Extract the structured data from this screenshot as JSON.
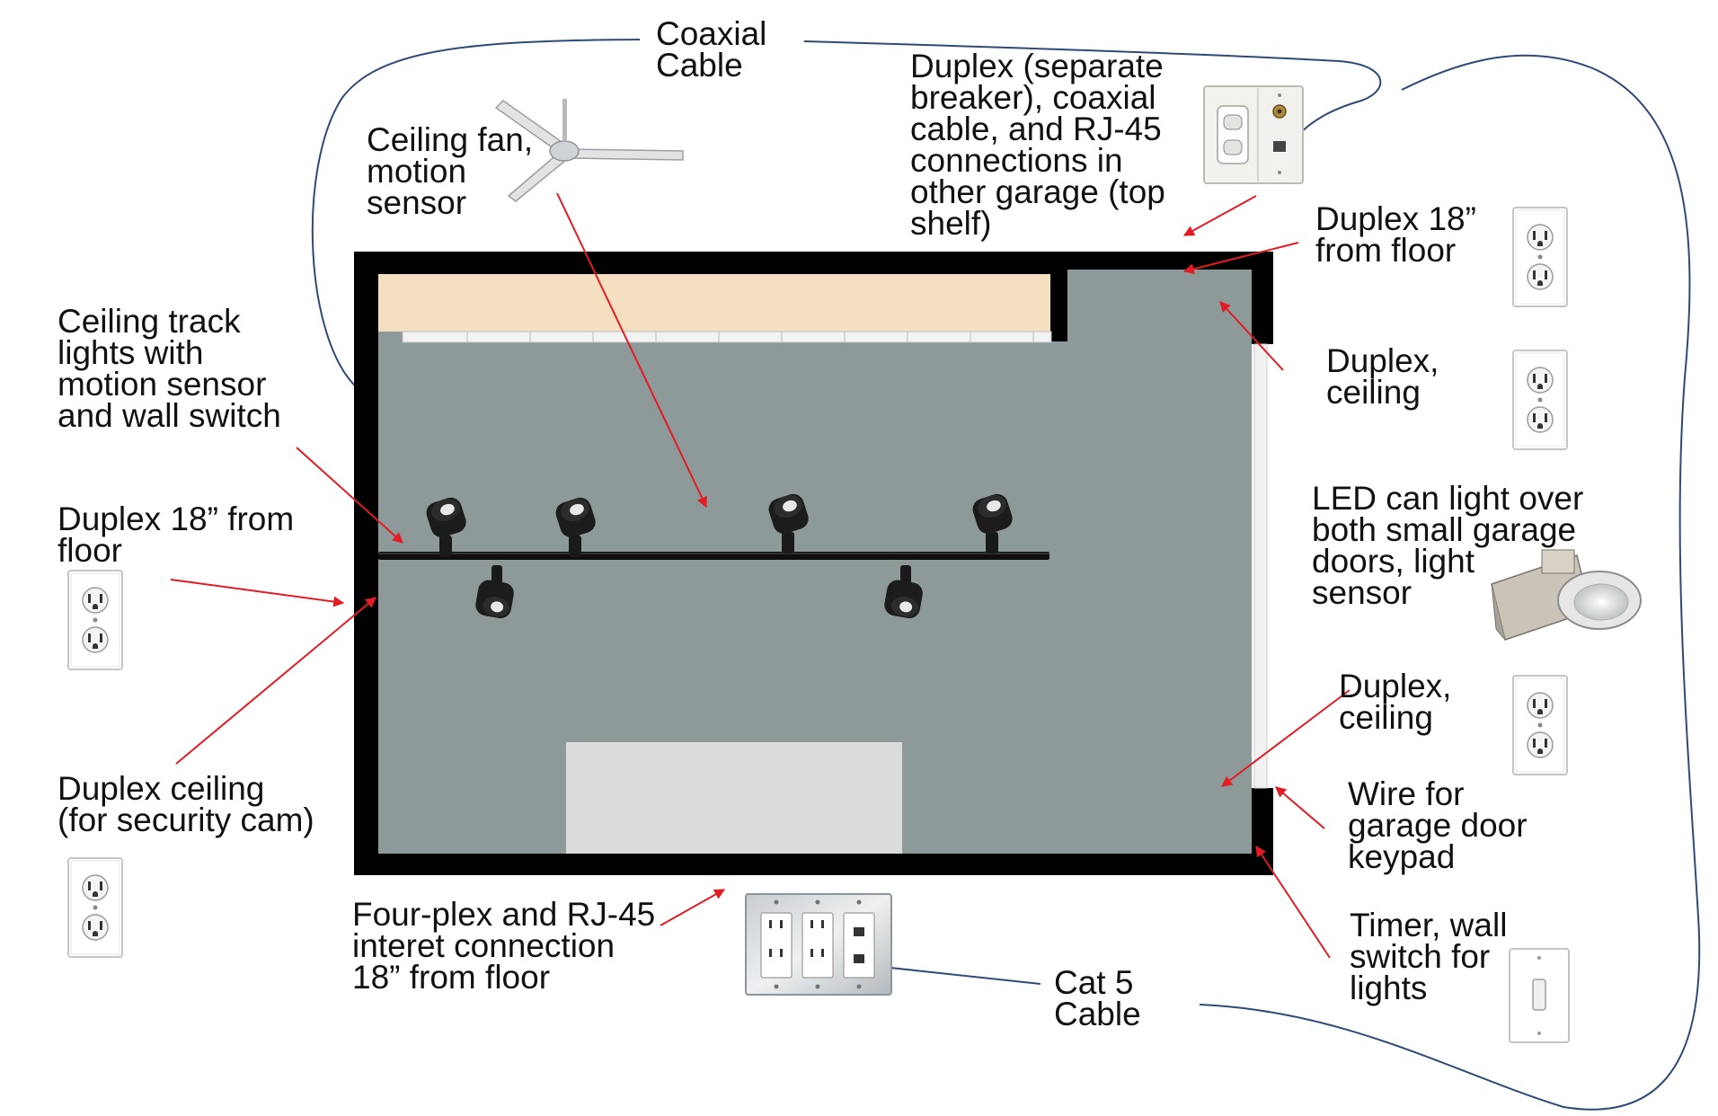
{
  "labels": {
    "coaxial_cable": [
      "Coaxial",
      "Cable"
    ],
    "duplex_separate_breaker": [
      "Duplex (separate",
      "breaker), coaxial",
      "cable, and RJ-45",
      "connections in",
      "other garage (top",
      "shelf)"
    ],
    "ceiling_fan": [
      "Ceiling fan,",
      "motion",
      "sensor"
    ],
    "duplex_18_top_right": [
      "Duplex 18”",
      "from floor"
    ],
    "duplex_ceiling_right_top": [
      "Duplex,",
      "ceiling"
    ],
    "ceiling_track_lights": [
      "Ceiling track",
      "lights with",
      "motion sensor",
      "and wall switch"
    ],
    "duplex_18_left": [
      "Duplex 18” from",
      "floor"
    ],
    "led_can_light": [
      "LED can light over",
      "both small garage",
      "doors, light",
      "sensor"
    ],
    "duplex_ceiling_right_bottom": [
      "Duplex,",
      "ceiling"
    ],
    "duplex_ceiling_security": [
      "Duplex ceiling",
      "(for security cam)"
    ],
    "wire_keypad": [
      "Wire for",
      "garage door",
      "keypad"
    ],
    "fourplex_rj45": [
      "Four-plex and RJ-45",
      "interet connection",
      "18” from floor"
    ],
    "timer_wall_switch": [
      "Timer, wall",
      "switch for",
      "lights"
    ],
    "cat5_cable": [
      "Cat 5",
      "Cable"
    ]
  },
  "colors": {
    "arrow": "#e31b23",
    "cable": "#2f4a78",
    "wall": "#000000",
    "floor": "#8e9a99",
    "shelf": "#f4dfc0",
    "text": "#111111"
  },
  "icons": {
    "outlet": "duplex-outlet-icon",
    "fan": "ceiling-fan-icon",
    "track_light": "track-spotlight-icon",
    "can_light": "led-can-light-icon",
    "switch": "toggle-switch-icon",
    "combo_plate": "coax-rj45-outlet-plate-icon",
    "fourplex": "fourplex-rj45-plate-icon"
  }
}
